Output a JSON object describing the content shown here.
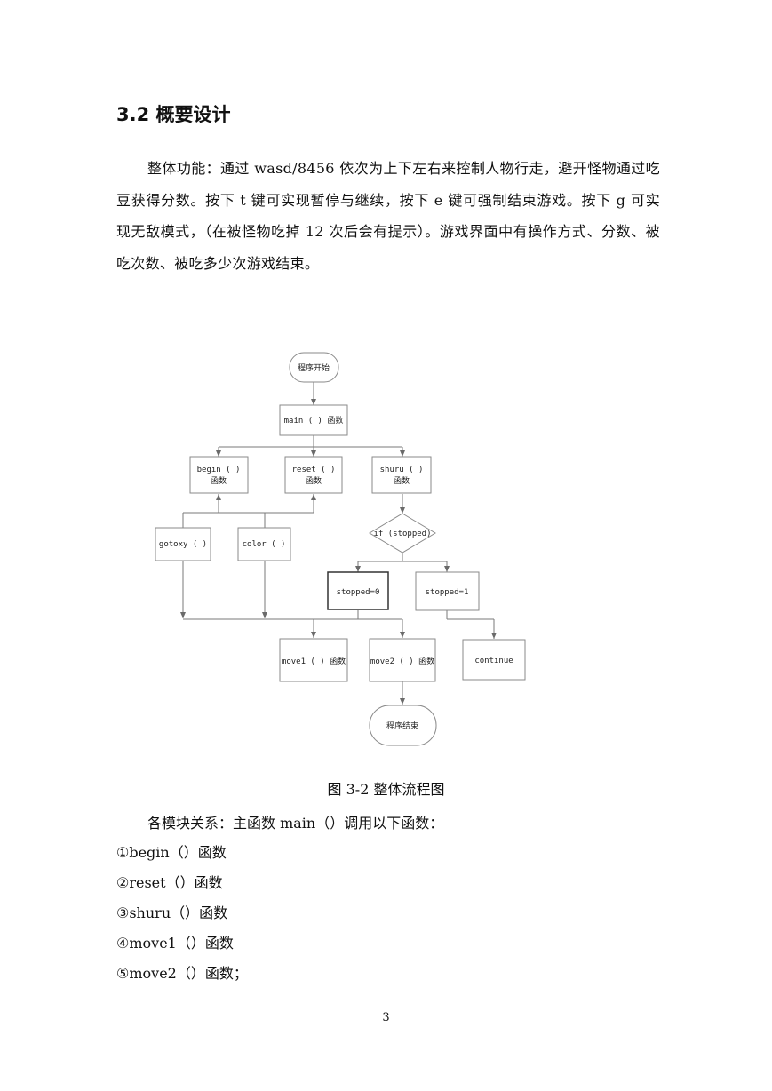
{
  "section_heading": "3.2 概要设计",
  "intro_paragraph": "整体功能：通过 wasd/8456 依次为上下左右来控制人物行走，避开怪物通过吃豆获得分数。按下 t 键可实现暂停与继续，按下 e 键可强制结束游戏。按下 g 可实现无敌模式，（在被怪物吃掉 12 次后会有提示）。游戏界面中有操作方式、分数、被吃次数、被吃多少次游戏结束。",
  "flowchart": {
    "start": "程序开始",
    "main": "main ( ) 函数",
    "begin_l1": "begin ( )",
    "begin_l2": "函数",
    "reset_l1": "reset ( )",
    "reset_l2": "函数",
    "shuru_l1": "shuru ( )",
    "shuru_l2": "函数",
    "gotoxy": "gotoxy ( )",
    "color": "color ( )",
    "condition": "if (stopped)",
    "stopped0": "stopped=0",
    "stopped1": "stopped=1",
    "move1": "move1 ( ) 函数",
    "move2": "move2 ( ) 函数",
    "continue": "continue",
    "end": "程序结束"
  },
  "figure_caption": "图 3-2 整体流程图",
  "relation_text": "各模块关系：主函数 main（）调用以下函数：",
  "function_list": [
    "①begin（）函数",
    "②reset（）函数",
    "③shuru（）函数",
    "④move1（）函数",
    "⑤move2（）函数；"
  ],
  "page_number": "3"
}
